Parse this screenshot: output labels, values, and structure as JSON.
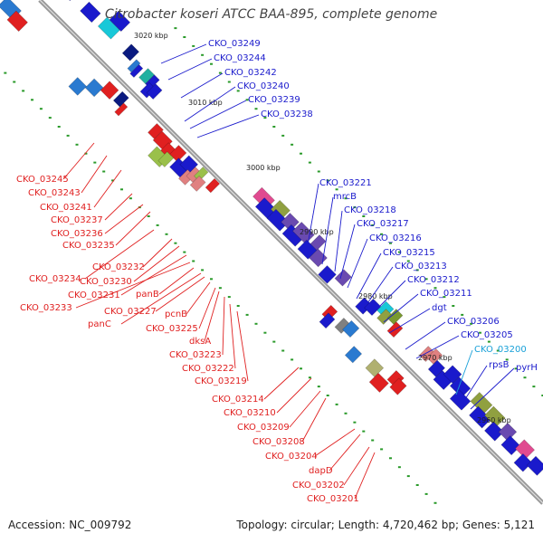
{
  "title": "Citrobacter koseri ATCC BAA-895, complete genome",
  "accession": "Accession: NC_009792",
  "topology": "Topology: circular; Length: 4,720,462 bp; Genes: 5,121",
  "ticks": [
    "3020 kbp",
    "3010 kbp",
    "3000 kbp",
    "2990 kbp",
    "2980 kbp",
    "2970 kbp",
    "2960 kbp"
  ],
  "colors": {
    "red": "#e02020",
    "blue": "#1a1acc",
    "cyan": "#18a0d8",
    "backbone": "#8a8a8a",
    "gc": "#2a9a2a"
  },
  "labels_blue": [
    "CKO_03249",
    "CKO_03244",
    "CKO_03242",
    "CKO_03240",
    "CKO_03239",
    "CKO_03238",
    "CKO_03221",
    "mrcB",
    "CKO_03218",
    "CKO_03217",
    "CKO_03216",
    "CKO_03215",
    "CKO_03213",
    "CKO_03212",
    "CKO_03211",
    "dgt",
    "CKO_03206",
    "CKO_03205",
    "rpsB",
    "pyrH"
  ],
  "labels_cyan": [
    "CKO_03200"
  ],
  "labels_red": [
    "CKO_03245",
    "CKO_03243",
    "CKO_03241",
    "CKO_03237",
    "CKO_03236",
    "CKO_03235",
    "CKO_03234",
    "CKO_03232",
    "CKO_03230",
    "CKO_03231",
    "CKO_03233",
    "panB",
    "panC",
    "CKO_03227",
    "pcnB",
    "CKO_03225",
    "dksA",
    "CKO_03223",
    "CKO_03222",
    "CKO_03219",
    "CKO_03214",
    "CKO_03210",
    "CKO_03209",
    "CKO_03208",
    "CKO_03204",
    "dapD",
    "CKO_03202",
    "CKO_03201"
  ]
}
